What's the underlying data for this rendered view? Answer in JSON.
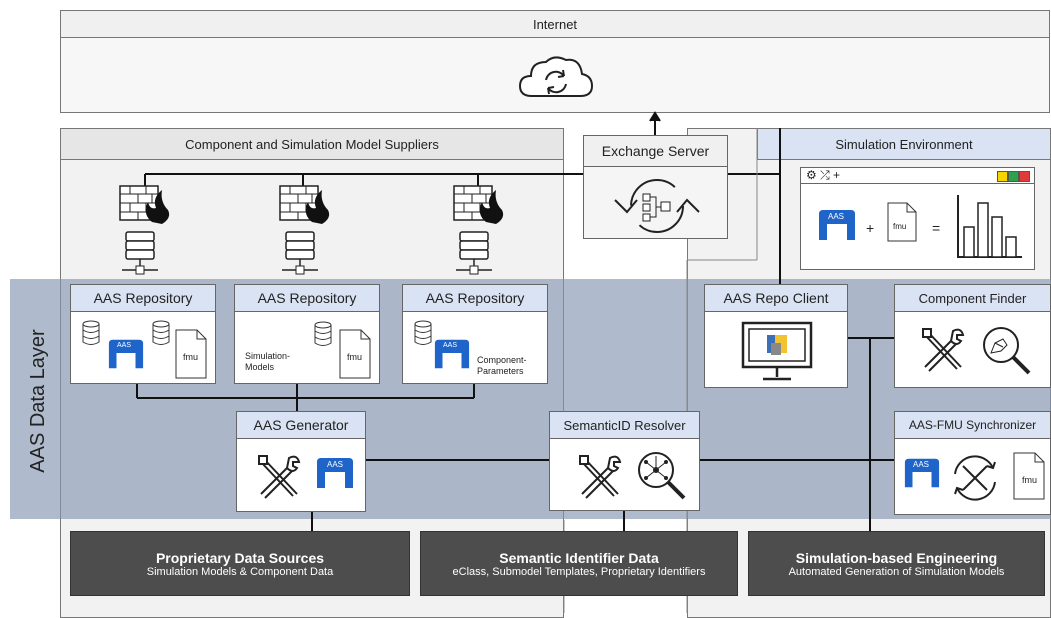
{
  "internet": {
    "label": "Internet"
  },
  "suppliers": {
    "label": "Component and Simulation Model Suppliers"
  },
  "exchange_server": {
    "label": "Exchange Server"
  },
  "sim_env": {
    "label": "Simulation Environment",
    "fmu": "fmu",
    "aas": "AAS",
    "plus": "+",
    "equals": "="
  },
  "layer": {
    "label": "AAS Data Layer"
  },
  "repos": [
    {
      "label": "AAS Repository",
      "fmu": "fmu",
      "aas": "AAS"
    },
    {
      "label": "AAS Repository",
      "note": "Simulation-\nModels",
      "fmu": "fmu"
    },
    {
      "label": "AAS Repository",
      "note": "Component-\nParameters",
      "aas": "AAS"
    }
  ],
  "generator": {
    "label": "AAS Generator",
    "aas": "AAS"
  },
  "resolver": {
    "label": "SemanticID Resolver"
  },
  "repo_client": {
    "label": "AAS Repo Client"
  },
  "component_finder": {
    "label": "Component Finder"
  },
  "synchronizer": {
    "label": "AAS-FMU Synchronizer",
    "aas": "AAS",
    "fmu": "fmu"
  },
  "bottom": [
    {
      "title": "Proprietary Data Sources",
      "subtitle": "Simulation Models & Component Data"
    },
    {
      "title": "Semantic Identifier Data",
      "subtitle": "eClass, Submodel Templates, Proprietary Identifiers"
    },
    {
      "title": "Simulation-based Engineering",
      "subtitle": "Automated Generation of Simulation Models"
    }
  ],
  "colors": {
    "layer": "#8496b0",
    "header_blue": "#dae3f3",
    "aas_blue": "#1f64c8",
    "dark_box": "#4d4d4d"
  }
}
